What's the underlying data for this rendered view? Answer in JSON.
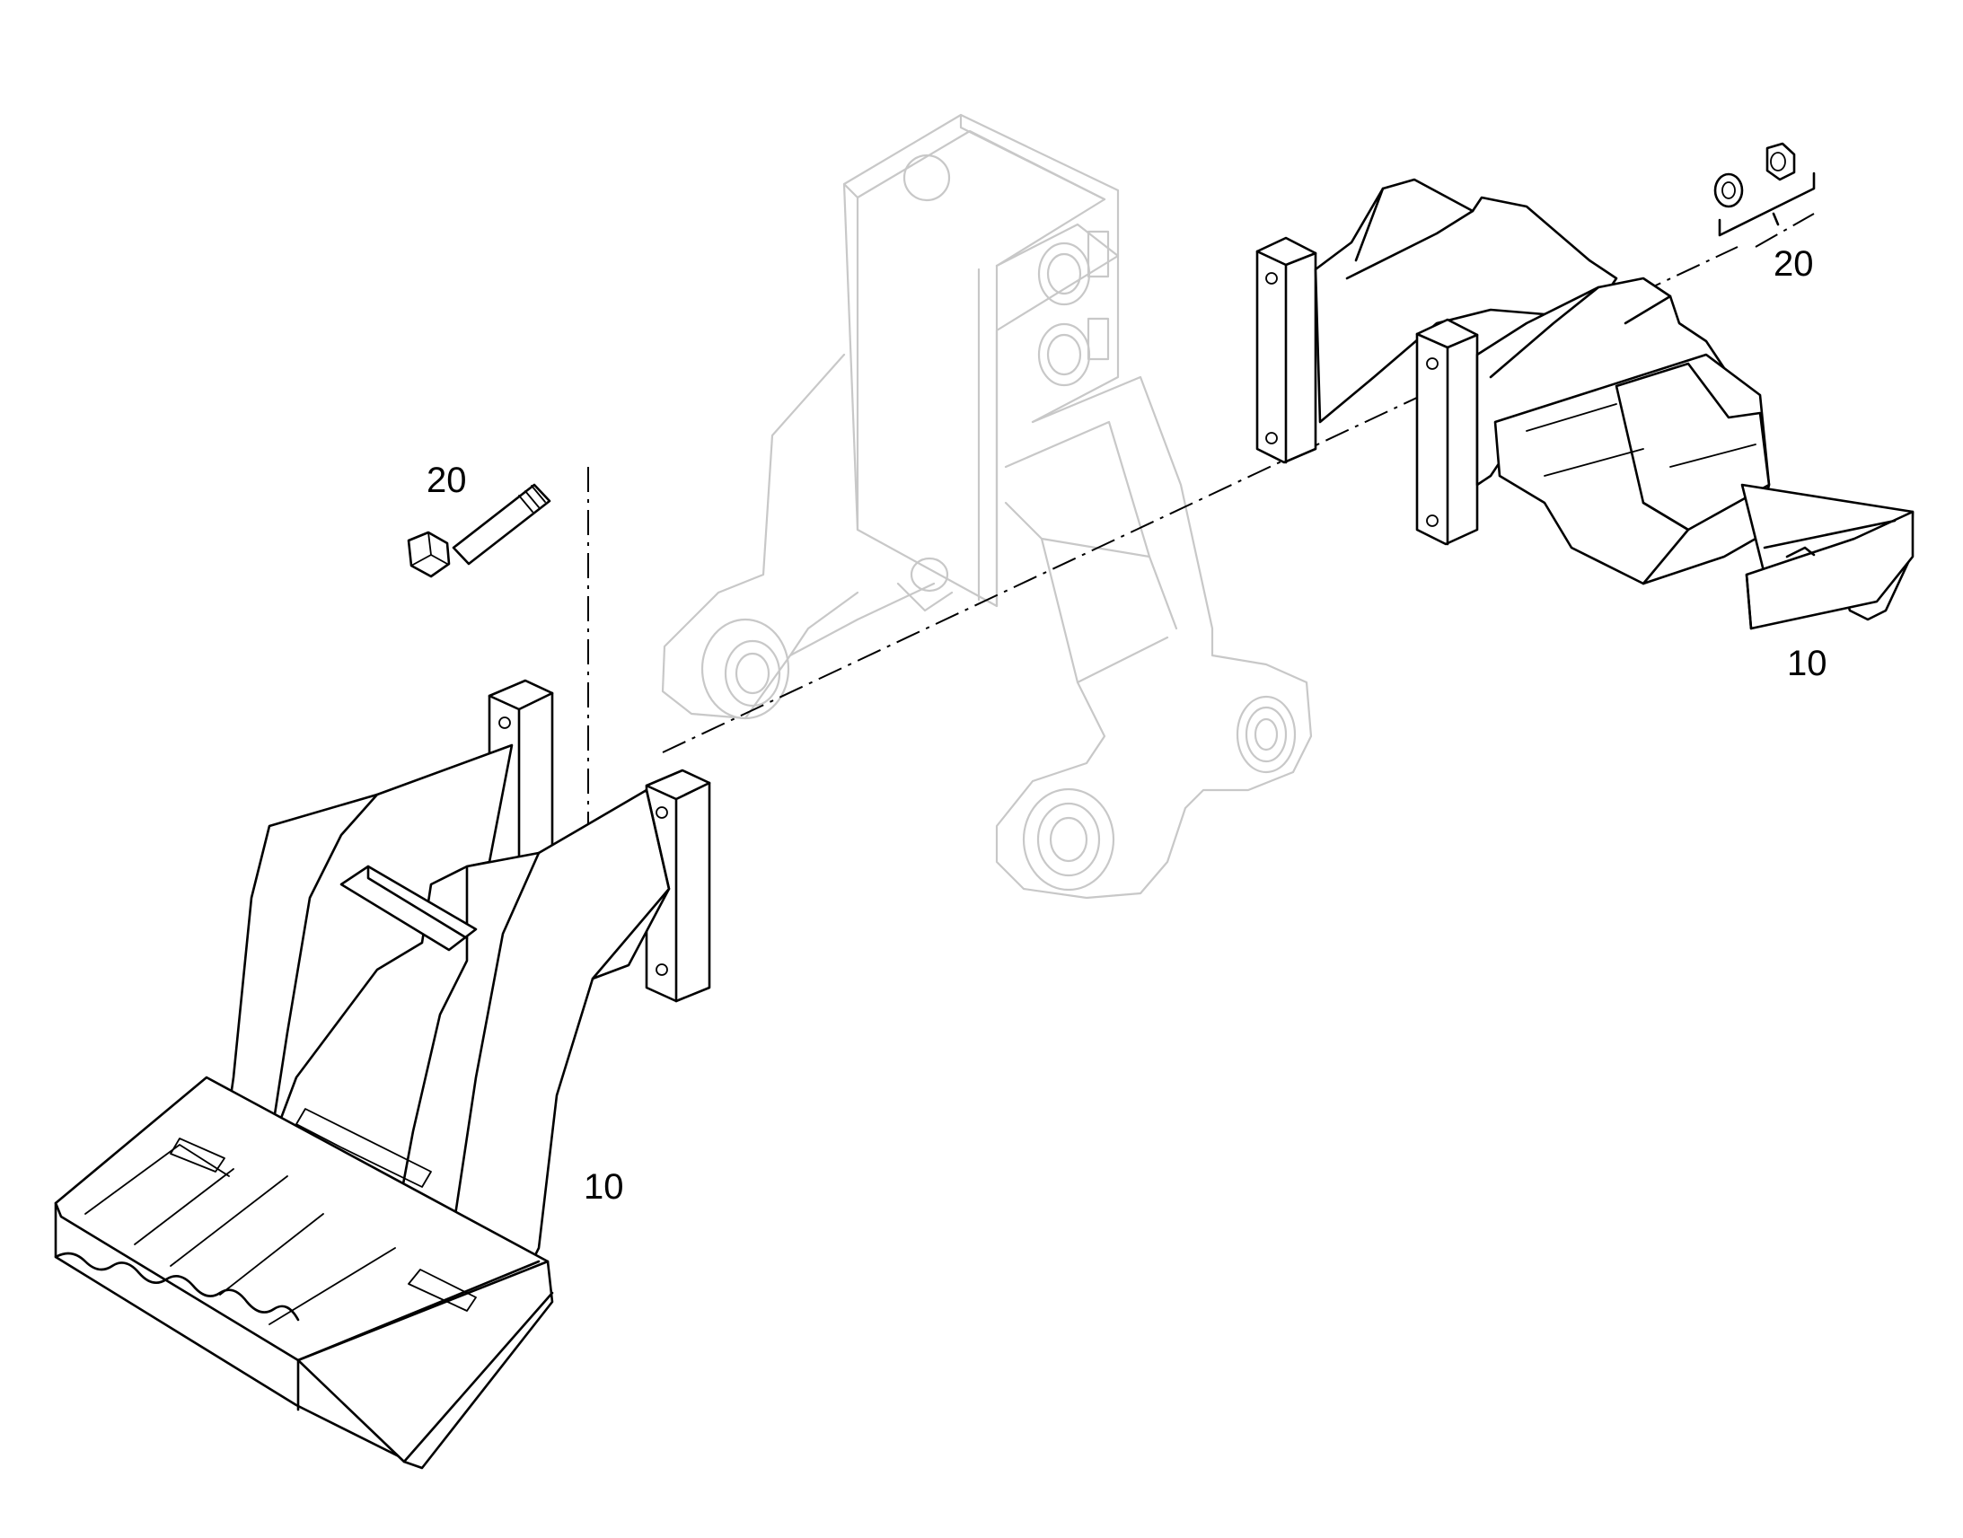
{
  "callouts": [
    {
      "id": "bolt",
      "label": "20"
    },
    {
      "id": "nut_washer",
      "label": "20"
    },
    {
      "id": "step_left",
      "label": "10"
    },
    {
      "id": "step_right",
      "label": "10"
    }
  ]
}
